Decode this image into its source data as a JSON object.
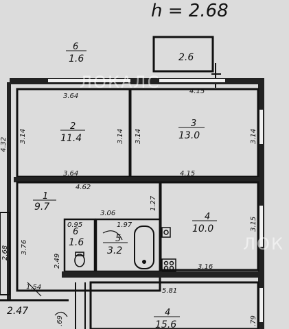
{
  "header": {
    "text": "h = 2.68"
  },
  "watermark": {
    "text": "ЛОКАЛС",
    "text_partial": "ЛОК"
  },
  "rooms": {
    "balcony": {
      "num": "6",
      "area": "1.6"
    },
    "loggia": {
      "area": "2.6"
    },
    "room2": {
      "num": "2",
      "area": "11.4"
    },
    "room3": {
      "num": "3",
      "area": "13.0"
    },
    "room1": {
      "num": "1",
      "area": "9.7"
    },
    "room4": {
      "num": "4",
      "area": "10.0"
    },
    "room6": {
      "num": "6",
      "area": "1.6"
    },
    "room5": {
      "num": "5",
      "area": "3.2"
    },
    "room_bottom": {
      "num": "4",
      "area": "15.6"
    }
  },
  "dimensions": {
    "d364_top": "3.64",
    "d415_top": "4.15",
    "d314_a": "3.14",
    "d314_b": "3.14",
    "d314_c": "3.14",
    "d314_d": "3.14",
    "d432": "4.32",
    "d364_bot": "3.64",
    "d415_bot": "4.15",
    "d462": "4.62",
    "d127": "1.27",
    "d376": "3.76",
    "d306": "3.06",
    "d095": "0.95",
    "d197": "1.97",
    "d249": "2.49",
    "d315": "3.15",
    "d268": "2.68",
    "d316": "3.16",
    "d154": "1.54",
    "d247": "2.47",
    "d581": "5.81",
    "d_b1": ".69",
    "d_b2": ".79"
  }
}
